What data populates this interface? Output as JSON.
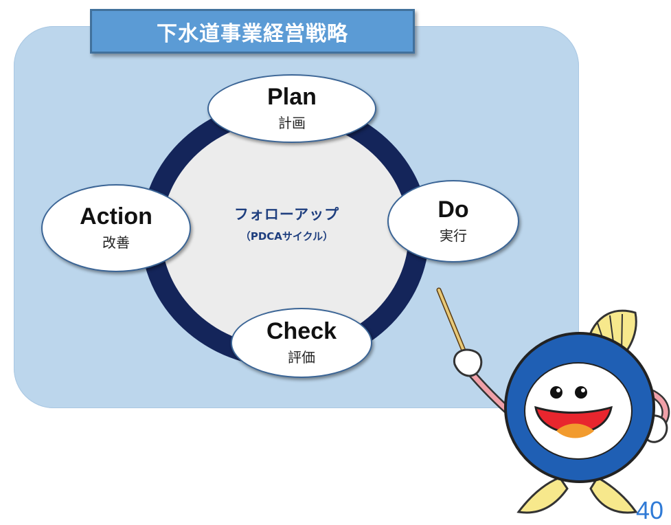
{
  "title": "下水道事業経営戦略",
  "center": {
    "main": "フォローアップ",
    "sub": "（PDCAサイクル）"
  },
  "cycle": {
    "plan": {
      "en": "Plan",
      "ja": "計画"
    },
    "do": {
      "en": "Do",
      "ja": "実行"
    },
    "check": {
      "en": "Check",
      "ja": "評価"
    },
    "action": {
      "en": "Action",
      "ja": "改善"
    }
  },
  "page_number": "40",
  "colors": {
    "panel": "#bcd6ec",
    "title_fill": "#5b9bd5",
    "ring": "#14255a",
    "center_text": "#1f3f7f",
    "mascot_body": "#1f5fb4"
  }
}
